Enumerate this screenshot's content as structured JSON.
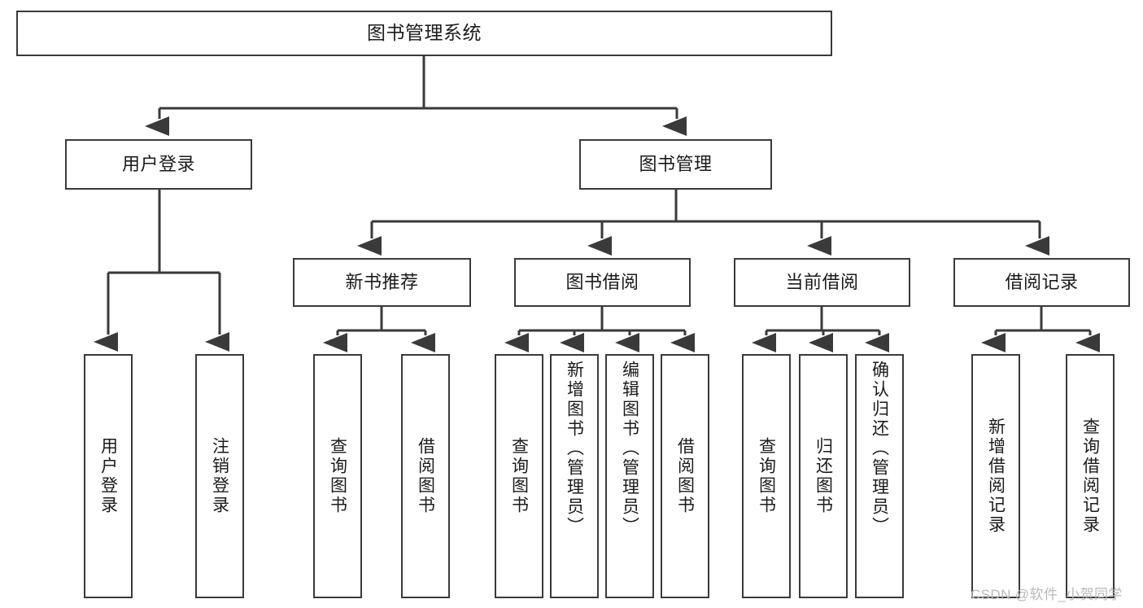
{
  "diagram": {
    "type": "tree-hierarchy",
    "title": "图书管理系统",
    "root": {
      "id": "root",
      "label": "图书管理系统",
      "level": 0
    },
    "level1": [
      {
        "id": "user-login",
        "label": "用户登录"
      },
      {
        "id": "book-manage",
        "label": "图书管理"
      }
    ],
    "level2": [
      {
        "id": "new-book-recommend",
        "label": "新书推荐",
        "parent": "book-manage"
      },
      {
        "id": "book-borrow",
        "label": "图书借阅",
        "parent": "book-manage"
      },
      {
        "id": "current-borrow",
        "label": "当前借阅",
        "parent": "book-manage"
      },
      {
        "id": "borrow-record",
        "label": "借阅记录",
        "parent": "book-manage"
      }
    ],
    "leaves": [
      {
        "id": "leaf-user-login",
        "label": "用户登录",
        "parent": "user-login"
      },
      {
        "id": "leaf-user-logout",
        "label": "注销登录",
        "parent": "user-login"
      },
      {
        "id": "leaf-query-book-1",
        "label": "查询图书",
        "parent": "new-book-recommend"
      },
      {
        "id": "leaf-borrow-book-1",
        "label": "借阅图书",
        "parent": "new-book-recommend"
      },
      {
        "id": "leaf-query-book-2",
        "label": "查询图书",
        "parent": "book-borrow"
      },
      {
        "id": "leaf-add-book",
        "label": "新增图书（管理员）",
        "parent": "book-borrow"
      },
      {
        "id": "leaf-edit-book",
        "label": "编辑图书（管理员）",
        "parent": "book-borrow"
      },
      {
        "id": "leaf-borrow-book-2",
        "label": "借阅图书",
        "parent": "book-borrow"
      },
      {
        "id": "leaf-query-book-3",
        "label": "查询图书",
        "parent": "current-borrow"
      },
      {
        "id": "leaf-return-book",
        "label": "归还图书",
        "parent": "current-borrow"
      },
      {
        "id": "leaf-confirm-return",
        "label": "确认归还（管理员）",
        "parent": "current-borrow"
      },
      {
        "id": "leaf-add-record",
        "label": "新增借阅记录",
        "parent": "borrow-record"
      },
      {
        "id": "leaf-query-record",
        "label": "查询借阅记录",
        "parent": "borrow-record"
      }
    ],
    "colors": {
      "stroke": "#3a3a3a",
      "fill": "#ffffff",
      "text": "#1b1b1b",
      "watermark": "#b9b9b9"
    }
  },
  "watermark": {
    "text": "CSDN @软件_小贺同学"
  }
}
